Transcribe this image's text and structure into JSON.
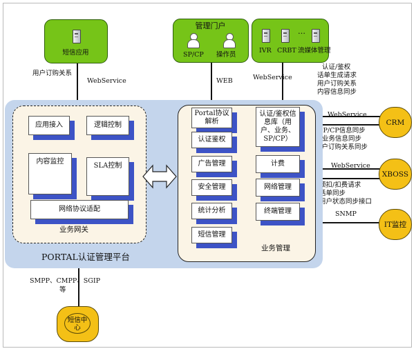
{
  "top": {
    "sms_app": {
      "label": "短信应用"
    },
    "portal": {
      "title": "管理门户",
      "sp_cp": "SP/CP",
      "operator": "操作员"
    },
    "media": {
      "ivr": "IVR",
      "crbt": "CRBT",
      "dots": "…",
      "stream": "流媒体管理"
    }
  },
  "links": {
    "user_subscription": "用户订购关系",
    "webservice_left": "WebService",
    "web": "WEB",
    "webservice_mid": "WebService",
    "right_top": [
      "认证/鉴权",
      "话单生成请求",
      "用户订购关系",
      "内容信息同步"
    ],
    "crm_ws": "WebService",
    "crm_lines": [
      "SP/CP信息同步",
      "业务信息同步",
      "用户订购关系同步"
    ],
    "xboss_ws": "WebService",
    "xboss_lines": [
      "预扣/扣费请求",
      "话单同步",
      "用户状态同步接口"
    ],
    "snmp": "SNMP",
    "bottom_protocols": "SMPP、CMPP、SGIP",
    "bottom_etc": "等"
  },
  "gateway": {
    "title": "业务网关",
    "modules": {
      "app_access": "应用接入",
      "logic_control": "逻辑控制",
      "content_monitor": "内容监控",
      "sla_control": "SLA控制",
      "protocol_adapt": "网络协议适配"
    }
  },
  "business": {
    "title": "业务管理",
    "left": [
      "Portal协议解析",
      "认证鉴权",
      "广告管理",
      "安全管理",
      "统计分析",
      "短信管理"
    ],
    "right_db": "认证/鉴权信息库（用户、业务、SP/CP）",
    "right": [
      "计费",
      "网络管理",
      "终端管理"
    ]
  },
  "platform_title": "PORTAL认证管理平台",
  "externals": {
    "crm": "CRM",
    "xboss": "XBOSS",
    "it_monitor": "IT监控",
    "sms_center": "短信中心"
  },
  "colors": {
    "green": "#76c418",
    "yellow": "#f4c016",
    "panel": "#c4d5ec",
    "shadow": "#3d53c6"
  }
}
